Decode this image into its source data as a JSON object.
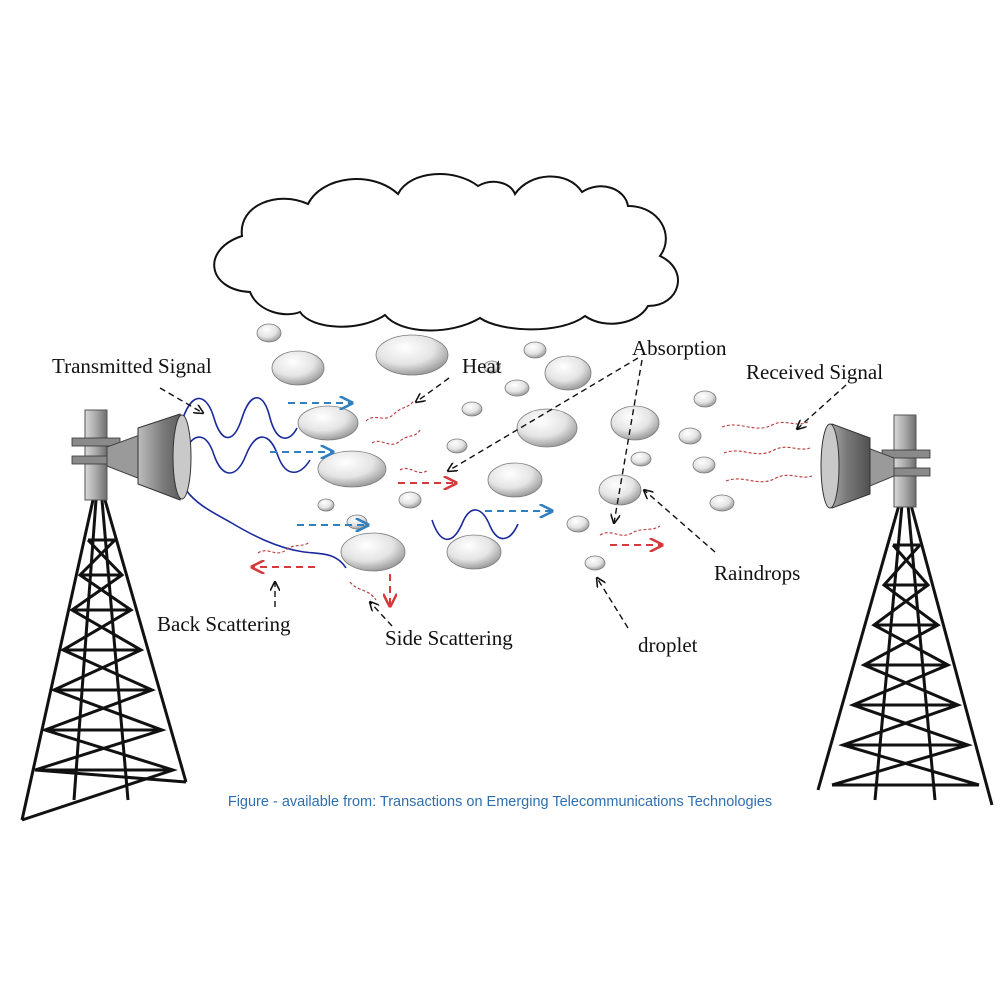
{
  "labels": {
    "transmitted_signal": "Transmitted Signal",
    "heat": "Heat",
    "absorption": "Absorption",
    "received_signal": "Received Signal",
    "raindrops": "Raindrops",
    "back_scattering": "Back Scattering",
    "side_scattering": "Side Scattering",
    "droplet": "droplet"
  },
  "caption": "Figure - available from: Transactions on Emerging Telecommunications Technologies",
  "colors": {
    "signal_wave": "#1a2a9c",
    "forward_arrow": "#2f7fc1",
    "scatter_arrow": "#d63a3a",
    "scatter_wave": "#b83a3a",
    "caption": "#2f6fb0",
    "line": "#111111"
  },
  "icons": {
    "cloud": "cloud-icon",
    "tower": "lattice-tower-icon",
    "dish": "dish-antenna-icon",
    "raindrop": "raindrop-icon"
  }
}
